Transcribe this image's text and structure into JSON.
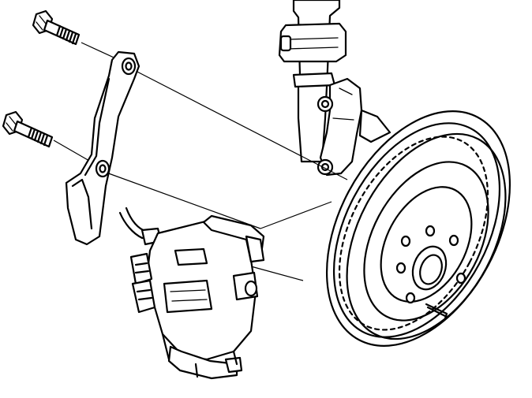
{
  "diagram": {
    "colors": {
      "ink": "#000000",
      "paper": "#ffffff"
    },
    "parts": [
      {
        "id": "upper-bolt",
        "icon": "bolt-icon"
      },
      {
        "id": "lower-bolt",
        "icon": "bolt-icon"
      },
      {
        "id": "caliper-bracket",
        "icon": "bracket-icon"
      },
      {
        "id": "brake-caliper",
        "icon": "caliper-icon"
      },
      {
        "id": "brake-disc",
        "icon": "disc-icon"
      },
      {
        "id": "suspension-strut",
        "icon": "strut-icon"
      },
      {
        "id": "brake-hose",
        "icon": "hose-icon"
      }
    ]
  }
}
